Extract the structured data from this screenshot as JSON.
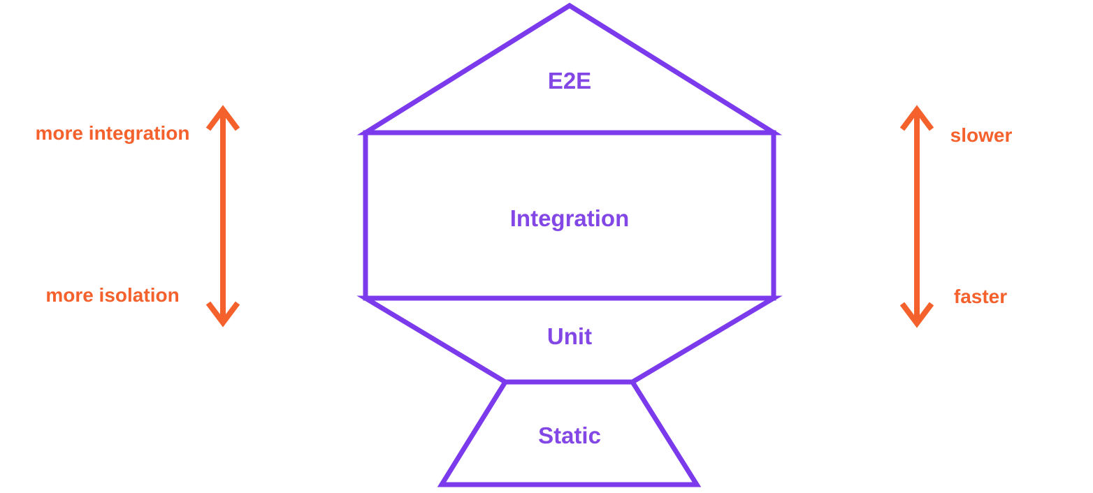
{
  "colors": {
    "purple_stroke": "#7C3AED",
    "purple_text": "#8247E5",
    "orange": "#F4612C",
    "background": "#FFFFFF"
  },
  "trophy": {
    "levels": [
      {
        "id": "e2e",
        "label": "E2E"
      },
      {
        "id": "integration",
        "label": "Integration"
      },
      {
        "id": "unit",
        "label": "Unit"
      },
      {
        "id": "static",
        "label": "Static"
      }
    ]
  },
  "left_axis": {
    "top_label": "more integration",
    "bottom_label": "more isolation"
  },
  "right_axis": {
    "top_label": "slower",
    "bottom_label": "faster"
  }
}
